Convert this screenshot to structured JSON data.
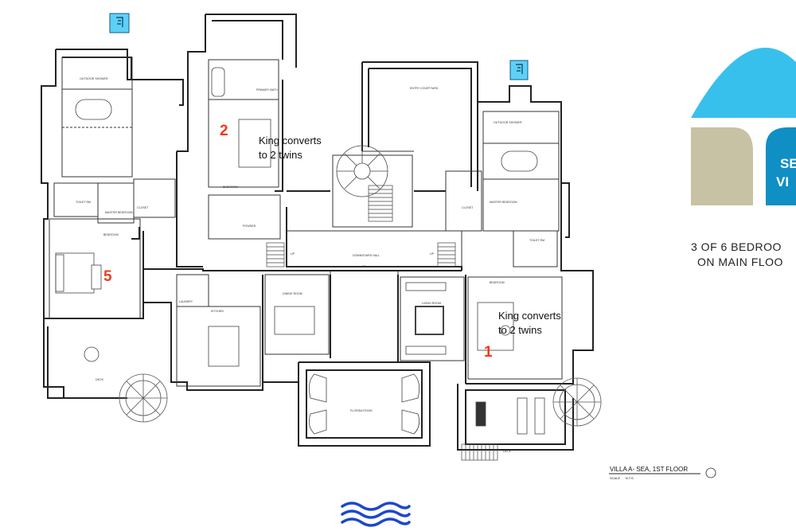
{
  "rooms": {
    "outdoor_shower_left": "OUTDOOR SHOWER",
    "outdoor_shower_right": "OUTDOOR SHOWER",
    "primary_bath": "PRIMARY BATH",
    "entry_court": "ENTRY COURTYARD",
    "master_bedroom_left": "MASTER BEDROOM",
    "master_bedroom_right": "MASTER BEDROOM",
    "toilet_left": "TOILET RM",
    "toilet_right": "TOILET RM",
    "closet_left": "CLOSET",
    "closet_right": "CLOSET",
    "bedroom_left": "BEDROOM",
    "bedroom_upper": "BEDROOM",
    "bedroom_right": "BEDROOM",
    "powder": "POWDER",
    "downstairs_hall": "DOWNSTAIRS HALL",
    "laundry": "LAUNDRY",
    "kitchen": "KITCHEN",
    "dining_room": "DINING ROOM",
    "living_room": "LIVING ROOM",
    "florida_room": "FLORIDA ROOM",
    "deck_left": "DECK",
    "deck_right": "DECK",
    "up_left": "UP",
    "up_right": "UP",
    "dn": "DN"
  },
  "bedroom_numbers": {
    "two": "2",
    "five": "5",
    "one": "1"
  },
  "notes": {
    "note_upper": "King converts\nto 2 twins",
    "note_right": "King converts\nto 2 twins"
  },
  "plan_title": {
    "title": "VILLA A- SEA, 1ST FLOOR",
    "sub": "SCALE      N.T.S."
  },
  "logo": {
    "line1": "SE",
    "line2": "VI"
  },
  "caption": {
    "line1": "3 OF 6 BEDROO",
    "line2": "ON MAIN FLOO"
  },
  "colors": {
    "logo_blue": "#38c0ec",
    "logo_teal": "#0f8fc3",
    "logo_sand": "#c8c2a4",
    "number_red": "#ee3b1d",
    "wave_blue": "#1d47c9"
  }
}
